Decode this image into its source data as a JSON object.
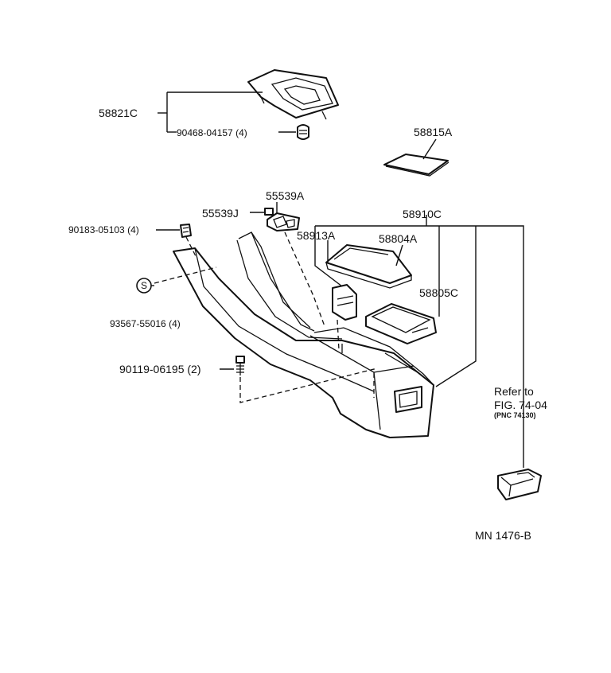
{
  "parts": {
    "p58821C": "58821C",
    "p90468": "90468-04157 (4)",
    "p58815A": "58815A",
    "p55539A": "55539A",
    "p55539J": "55539J",
    "p58910C": "58910C",
    "p90183": "90183-05103 (4)",
    "p58913A": "58913A",
    "p58804A": "58804A",
    "p93567_symbol": "S",
    "p93567": "93567-55016 (4)",
    "p58805C": "58805C",
    "p90119": "90119-06195 (2)"
  },
  "reference": {
    "line1": "Refer to",
    "line2": "FIG. 74-04",
    "line3": "(PNC 74130)"
  },
  "diagram_code": "MN 1476-B"
}
